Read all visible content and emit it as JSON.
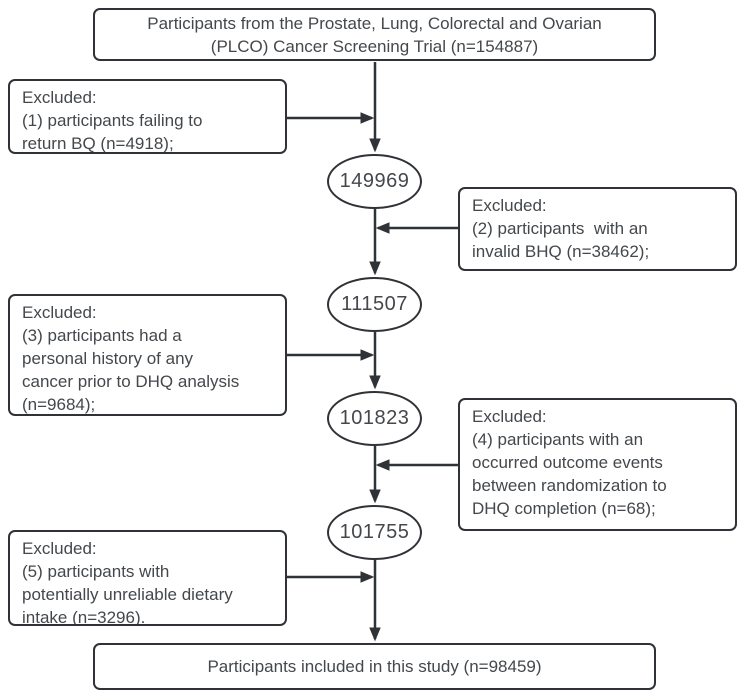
{
  "colors": {
    "line": "#2f3337",
    "text": "#44484c",
    "background": "#ffffff"
  },
  "flowchart": {
    "top_box": {
      "text": "Participants from the Prostate, Lung, Colorectal and Ovarian\n(PLCO) Cancer Screening Trial (n=154887)"
    },
    "exclusion_boxes": [
      {
        "side": "left",
        "text": "Excluded:\n(1) participants failing to\nreturn BQ (n=4918);"
      },
      {
        "side": "right",
        "text": "Excluded:\n(2) participants  with an\ninvalid BHQ (n=38462);"
      },
      {
        "side": "left",
        "text": "Excluded:\n(3) participants had a\npersonal history of any\ncancer prior to DHQ analysis\n(n=9684);"
      },
      {
        "side": "right",
        "text": "Excluded:\n(4) participants with an\noccurred outcome events\nbetween randomization to\nDHQ completion (n=68);"
      },
      {
        "side": "left",
        "text": "Excluded:\n(5) participants with\npotentially unreliable dietary\nintake (n=3296)."
      }
    ],
    "count_ellipses": [
      "149969",
      "111507",
      "101823",
      "101755"
    ],
    "bottom_box": {
      "text": "Participants included in this study (n=98459)"
    },
    "edges": [
      {
        "from": "top-box",
        "to": "count-ellipse-1",
        "type": "arrow-down"
      },
      {
        "from": "exclusion-box-1",
        "to": "main-flow-line",
        "type": "arrow-right"
      },
      {
        "from": "count-ellipse-1",
        "to": "count-ellipse-2",
        "type": "arrow-down"
      },
      {
        "from": "exclusion-box-2",
        "to": "main-flow-line",
        "type": "arrow-left"
      },
      {
        "from": "count-ellipse-2",
        "to": "count-ellipse-3",
        "type": "arrow-down"
      },
      {
        "from": "exclusion-box-3",
        "to": "main-flow-line",
        "type": "arrow-right"
      },
      {
        "from": "count-ellipse-3",
        "to": "count-ellipse-4",
        "type": "arrow-down"
      },
      {
        "from": "exclusion-box-4",
        "to": "main-flow-line",
        "type": "arrow-left"
      },
      {
        "from": "count-ellipse-4",
        "to": "bottom-box",
        "type": "arrow-down"
      },
      {
        "from": "exclusion-box-5",
        "to": "main-flow-line",
        "type": "arrow-right"
      }
    ]
  }
}
